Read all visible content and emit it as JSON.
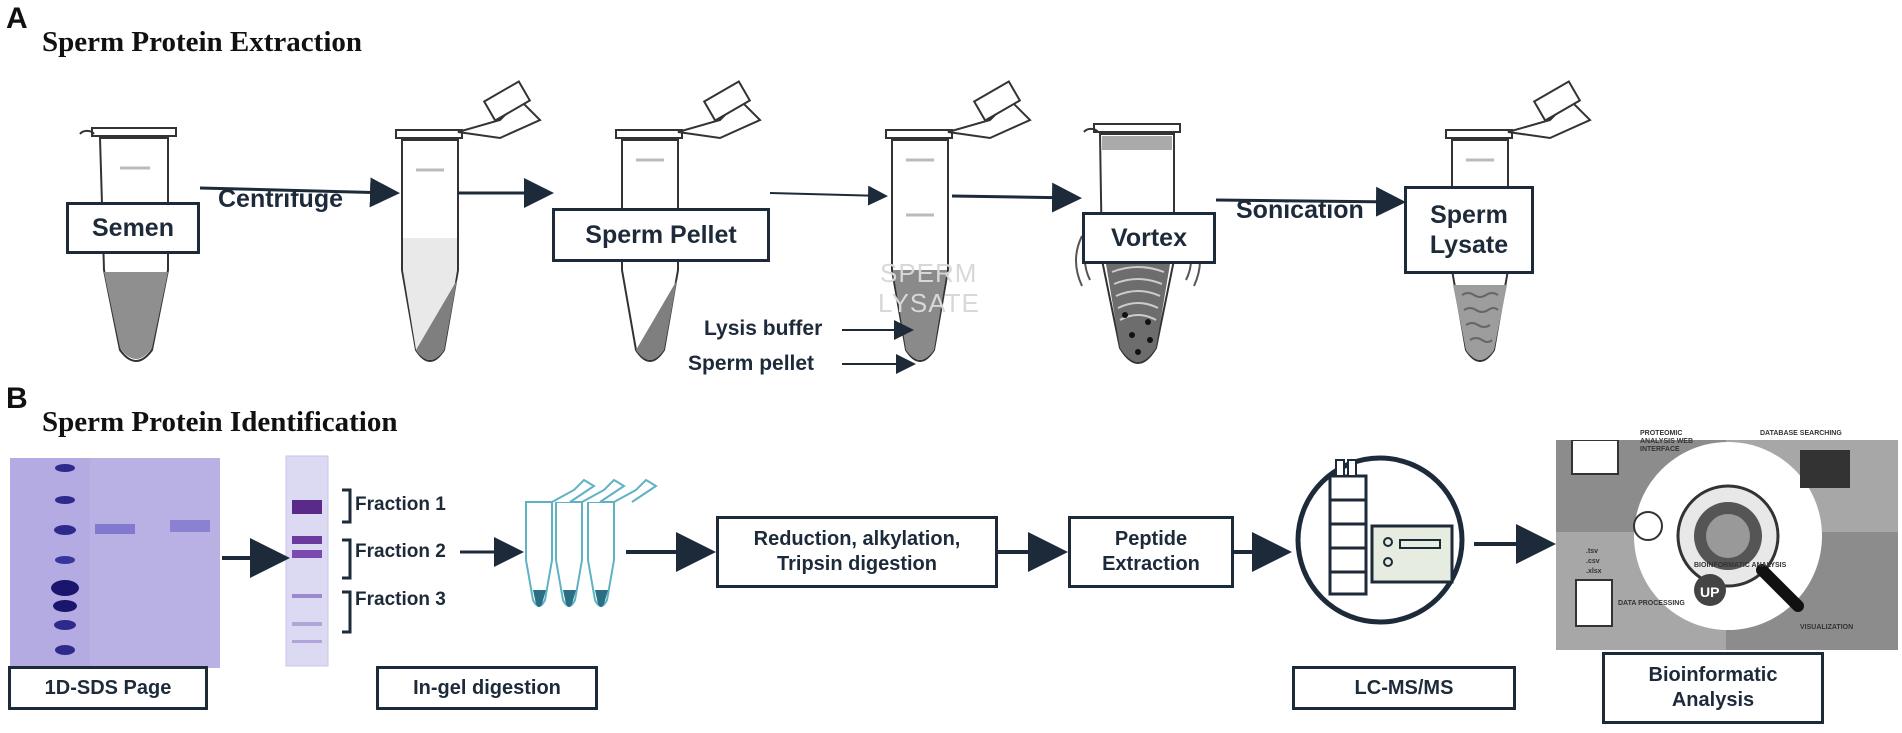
{
  "panel_a": {
    "letter": "A",
    "title": "Sperm Protein Extraction",
    "steps": {
      "semen": "Semen",
      "centrifuge": "Centrifuge",
      "sperm_pellet": "Sperm Pellet",
      "lysis_buffer": "Lysis buffer",
      "sperm_pellet_label": "Sperm pellet",
      "vortex": "Vortex",
      "sonication": "Sonication",
      "sperm_lysate": "Sperm\nLysate"
    },
    "watermark_line1": "SPERM",
    "watermark_line2": "LYSATE"
  },
  "panel_b": {
    "letter": "B",
    "title": "Sperm Protein Identification",
    "fractions": [
      "Fraction 1",
      "Fraction 2",
      "Fraction 3"
    ],
    "labels": {
      "sds_page": "1D-SDS Page",
      "in_gel": "In-gel digestion",
      "reduction_line1": "Reduction, alkylation,",
      "reduction_line2": "Tripsin digestion",
      "peptide_line1": "Peptide",
      "peptide_line2": "Extraction",
      "lcms": "LC-MS/MS",
      "bioinfo_line1": "Bioinformatic",
      "bioinfo_line2": "Analysis"
    },
    "bioinfo_panel": {
      "proteomic": "PROTEOMIC ANALYSIS WEB INTERFACE",
      "database": "DATABASE SEARCHING",
      "center": "BIOINFORMATIC ANALYSIS",
      "data_processing": "DATA PROCESSING",
      "visualization": "VISUALIZATION",
      "file_types": [
        ".tsv",
        ".csv",
        ".xlsx"
      ],
      "up_logo": "UP"
    }
  },
  "colors": {
    "dark_navy": "#1d2a3a",
    "gel_purple": "#4a3fb5",
    "gel_bg": "#a89fdc",
    "tube_gray": "#9a9a9a"
  }
}
